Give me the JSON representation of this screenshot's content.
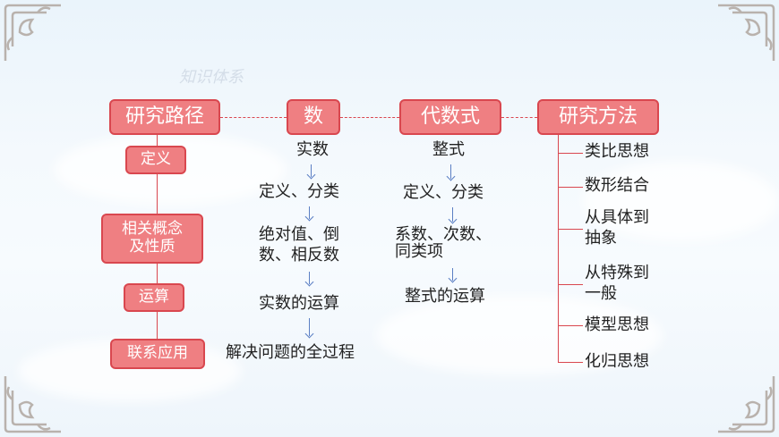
{
  "watermark": "知识体系",
  "headers": {
    "path": "研究路径",
    "number": "数",
    "algebra": "代数式",
    "method": "研究方法"
  },
  "path_items": [
    "定义",
    "相关概念\n及性质",
    "运算",
    "联系应用"
  ],
  "number_items": [
    "实数",
    "定义、分类",
    "绝对值、倒\n数、相反数",
    "实数的运算",
    "解决问题的全过程"
  ],
  "algebra_items": [
    "整式",
    "定义、分类",
    "系数、次数、\n同类项",
    "整式的运算"
  ],
  "method_items": [
    "类比思想",
    "数形结合",
    "从具体到\n抽象",
    "从特殊到\n一般",
    "模型思想",
    "化归思想"
  ],
  "colors": {
    "box_fill": "#ef7f82",
    "box_border": "#d9474f",
    "arrow": "#5b7fc4"
  }
}
